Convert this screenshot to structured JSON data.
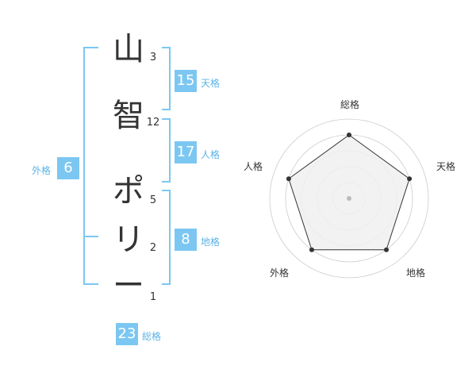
{
  "name": {
    "characters": [
      "山",
      "智",
      "ポ",
      "リ",
      "ー"
    ],
    "strokes": [
      "3",
      "12",
      "5",
      "2",
      "1"
    ]
  },
  "fortune": {
    "tenkaku": {
      "value": "15",
      "label": "天格"
    },
    "jinkaku": {
      "value": "17",
      "label": "人格"
    },
    "chikaku": {
      "value": "8",
      "label": "地格"
    },
    "gaikaku": {
      "value": "6",
      "label": "外格"
    },
    "soukaku": {
      "value": "23",
      "label": "総格"
    }
  },
  "radar": {
    "labels": [
      "総格",
      "天格",
      "地格",
      "外格",
      "人格"
    ],
    "levels": [
      0.8,
      0.8,
      0.8,
      0.8,
      0.8
    ],
    "rings": 5,
    "colors": {
      "fill": "#f0f0f0",
      "stroke": "#333333",
      "ring": "#cccccc",
      "point": "#333333",
      "center": "#bbbbbb"
    }
  },
  "colors": {
    "accent": "#7cc7f2",
    "accent_text": "#5ab4e6"
  }
}
